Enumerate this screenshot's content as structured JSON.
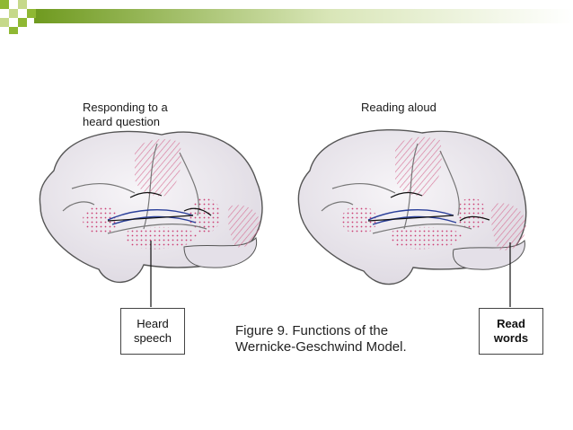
{
  "left_panel": {
    "title_line1": "Responding to a",
    "title_line2": "heard question",
    "box_line1": "Heard",
    "box_line2": "speech"
  },
  "right_panel": {
    "title": "Reading aloud",
    "box_line1": "Read",
    "box_line2": "words"
  },
  "caption": {
    "line1": "Figure 9.  Functions of the",
    "line2": "Wernicke-Geschwind Model."
  },
  "colors": {
    "accent_green": "#8fb833",
    "bar_gradient_end": "#ffffff",
    "highlight_pink": "#d9698f",
    "pathway_blue": "#2a3f9a",
    "brain_base": "#ece9ef"
  }
}
